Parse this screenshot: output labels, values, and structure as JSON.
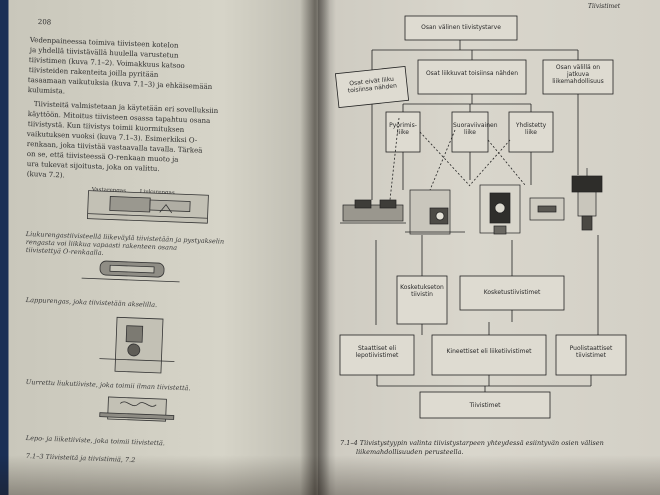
{
  "left_page": {
    "page_number": "208",
    "paragraph1": [
      "Vedenpaineessa toimiva tiivisteen kotelon",
      "ja yhdellä tiivistävällä huulella varustetun",
      "tiivistimen (kuva 7.1–2). Voimakkuus katsoo",
      "tiivisteiden rakenteita joilla pyritään",
      "tasaamaan vaikutuksia (kuva 7.1–3) ja ehkäisemään",
      "kulumista."
    ],
    "paragraph2": [
      "Tiivisteitä valmistetaan ja käytetään eri sovelluksiin",
      "käyttöön. Mitoitus tiivisteen osassa tapahtuu osana",
      "tiivistystä. Kun tiivistys toimii kuormituksen",
      "vaikutuksen vuoksi (kuva 7.1–3). Esimerkiksi O-",
      "renkaan, joka tiivistää vastaavalla tavalla. Tärkeä",
      "on se, että tiivisteessä O-renkaan muoto ja",
      "ura tukevat sijoitusta, joka on valittu.",
      "(kuva 7.2)."
    ],
    "fig_labels": [
      "Vastarengas",
      "Liukurengas"
    ],
    "captions": [
      "Liukurengastiivisteellä liikeväylä tiivistetään ja pystyakselin",
      "rengasta voi liikkua vapaasti rakenteen osana",
      "tiivistettyä O-renkaalla.",
      "Lappurengas, joka tiivistetään akselilla.",
      "Uurrettu liukutiiviste, joka toimii ilman tiivistettä.",
      "Lepo- ja liiketiiviste, joka toimii tiivistettä."
    ],
    "footer": "7.1–3  Tiivisteitä ja tiivistimiä, 7.2"
  },
  "right_page": {
    "header": "Tiivistimet",
    "diagram": {
      "top_box": "Osan välinen tiivistystarve",
      "level2": [
        "Osat eivät liiku toisiinsa nähden",
        "Osat liikkuvat toisiinsa nähden",
        "Osan välillä on jatkuva liikemahdollisuus"
      ],
      "motion": [
        "Pyörimis-liike",
        "Suoraviivainen liike",
        "Yhdistetty liike"
      ],
      "contact_box": "Kosketukseton tiivistin",
      "contact_seal": "Kosketustiivistimet",
      "bottom_row": [
        "Staattiset eli lepotiivistimet",
        "Kineettiset eli liiketiivistimet",
        "Puolistaattiset tiivistimet"
      ],
      "final_box": "Tiivistimet"
    },
    "caption": [
      "7.1–4  Tiivistystyypin valinta tiivistystarpeen yhteydessä esiintyvän osien välisen",
      "liikemahdollisuuden perusteella."
    ]
  }
}
